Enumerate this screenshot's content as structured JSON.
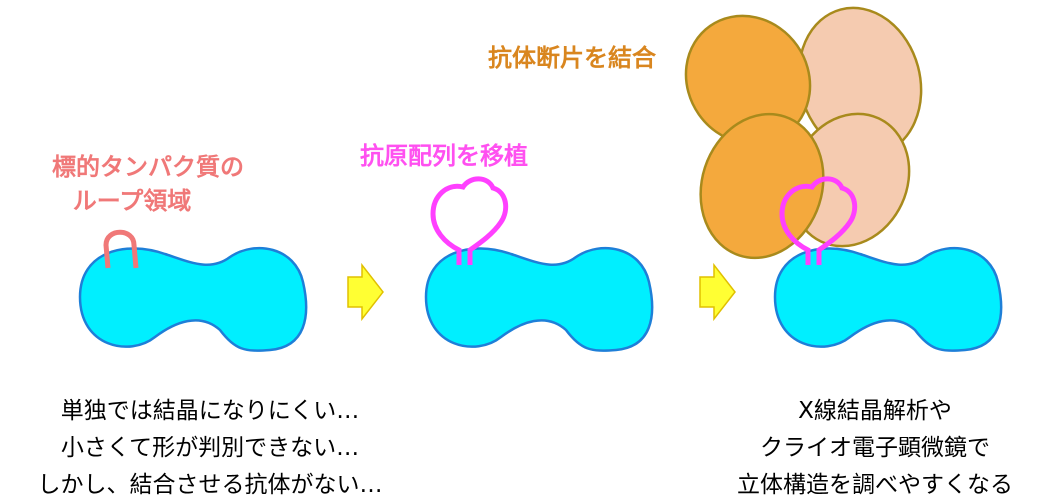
{
  "colors": {
    "protein_fill": "#00efff",
    "protein_stroke": "#1e7fd8",
    "loop_red": "#f07878",
    "loop_pink": "#ff40ff",
    "antibody_dark": "#f4a93d",
    "antibody_light": "#f5cbb0",
    "antibody_stroke": "#a88a1c",
    "arrow_fill": "#ffff33",
    "arrow_stroke": "#e0c000"
  },
  "panel1": {
    "label_line1": "標的タンパク質の",
    "label_line2": "ループ領域",
    "caption": [
      "単独では結晶になりにくい…",
      "小さくて形が判別できない…",
      "しかし、結合させる抗体がない…"
    ]
  },
  "panel2": {
    "label": "抗原配列を移植"
  },
  "panel3": {
    "label": "抗体断片を結合",
    "caption": [
      "X線結晶解析や",
      "クライオ電子顕微鏡で",
      "立体構造を調べやすくなる"
    ]
  }
}
